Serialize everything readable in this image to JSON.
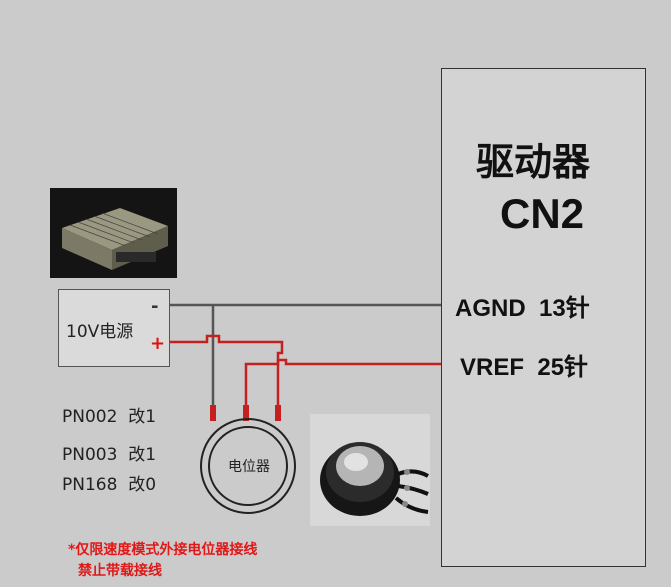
{
  "driver": {
    "title": "驱动器",
    "connector": "CN2",
    "pin_gnd": "AGND  13针",
    "pin_vref": "VREF  25针"
  },
  "power_supply": {
    "label": "10V电源",
    "minus": "-",
    "plus": "+"
  },
  "params": [
    "PN002  改1",
    "PN003  改1",
    "PN168  改0"
  ],
  "potentiometer": {
    "label": "电位器"
  },
  "notes": [
    "*仅限速度模式外接电位器接线",
    "禁止带载接线"
  ],
  "colors": {
    "background": "#cbcbcb",
    "wire_black": "#555555",
    "wire_red": "#c42020",
    "note_red": "#e01818"
  }
}
